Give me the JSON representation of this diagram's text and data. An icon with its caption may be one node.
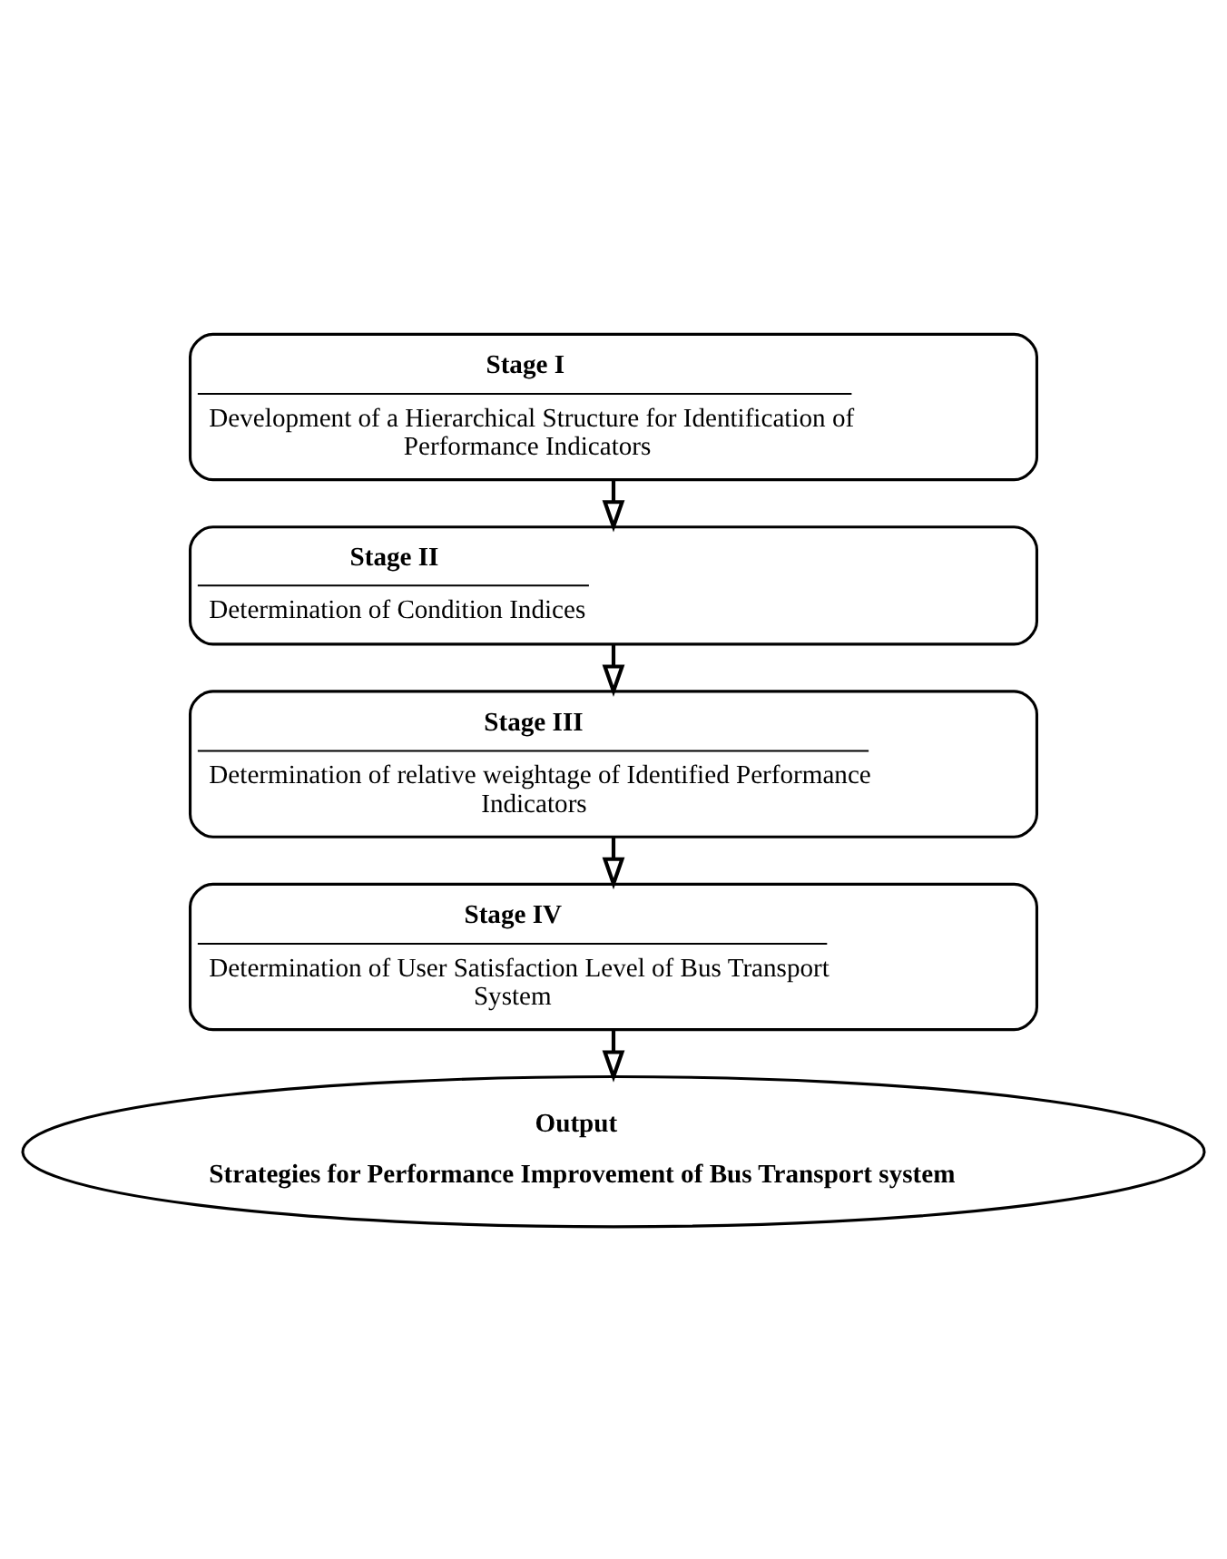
{
  "diagram": {
    "nodes": [
      {
        "text": [
          "Stage I",
          "Development of a Hierarchical Structure for Identification of Performance Indicators"
        ]
      },
      {
        "text": [
          "Stage II",
          "Determination of Condition Indices"
        ]
      },
      {
        "text": [
          "Stage III",
          "Determination of relative weightage of Identified Performance Indicators"
        ]
      },
      {
        "text": [
          "Stage IV",
          "Determination of User Satisfaction Level of Bus Transport System"
        ]
      },
      {
        "text": [
          "Output",
          "Strategies for Performance Improvement of Bus Transport system"
        ]
      }
    ],
    "edges": [
      {
        "from": 0,
        "to": 1,
        "arrow": "to"
      },
      {
        "from": 1,
        "to": 2,
        "arrow": "to"
      },
      {
        "from": 2,
        "to": 3,
        "arrow": "to"
      },
      {
        "from": 3,
        "to": 4,
        "arrow": "to"
      }
    ]
  }
}
